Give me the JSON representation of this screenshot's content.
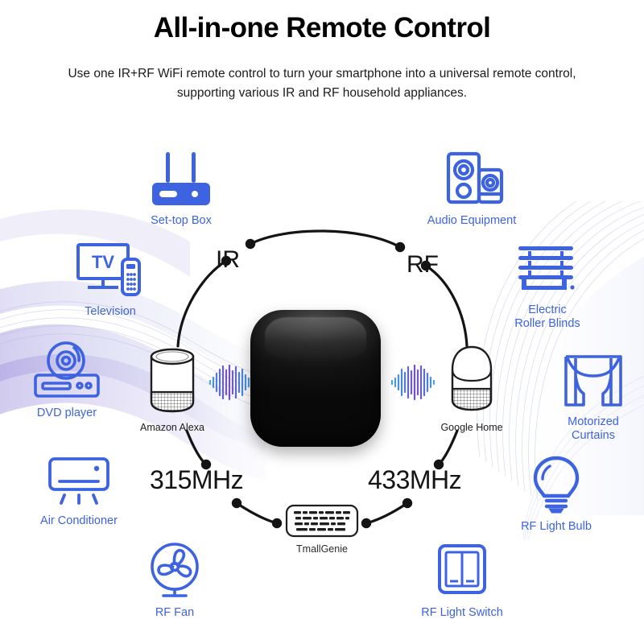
{
  "header": {
    "title": "All-in-one Remote Control",
    "subtitle": "Use one IR+RF WiFi remote control to turn your smartphone into a universal remote control, supporting various IR and RF household appliances."
  },
  "colors": {
    "icon_blue": "#3d63e0",
    "icon_blue_deep": "#2f54d4",
    "label_blue": "#3d63e0",
    "ring_black": "#141414",
    "hub_black": "#111111",
    "wave_purple": "#6b55c8",
    "wave_blue": "#3d8fe0",
    "background": "#ffffff"
  },
  "hub": {
    "name": "central-ir-rf-hub",
    "shape": "rounded-square",
    "color": "#111111"
  },
  "ring": {
    "nodes": [
      {
        "id": "ir",
        "label": "IR",
        "position": "top-left"
      },
      {
        "id": "rf",
        "label": "RF",
        "position": "top-right"
      },
      {
        "id": "f315",
        "label": "315MHz",
        "position": "bottom-left"
      },
      {
        "id": "f433",
        "label": "433MHz",
        "position": "bottom-right"
      }
    ]
  },
  "assistants": [
    {
      "id": "amazon-alexa",
      "label": "Amazon Alexa",
      "icon": "smart-speaker-cylinder-icon",
      "side": "left"
    },
    {
      "id": "google-home",
      "label": "Google Home",
      "icon": "smart-speaker-dome-icon",
      "side": "right"
    },
    {
      "id": "tmall-genie",
      "label": "TmallGenie",
      "icon": "tmall-genie-speaker-icon",
      "side": "bottom"
    }
  ],
  "appliances": [
    {
      "id": "set-top-box",
      "label": "Set-top Box",
      "icon": "set-top-box-icon"
    },
    {
      "id": "audio-equipment",
      "label": "Audio Equipment",
      "icon": "audio-speakers-icon"
    },
    {
      "id": "television",
      "label": "Television",
      "icon": "television-icon",
      "screen_text": "TV"
    },
    {
      "id": "electric-roller-blinds",
      "label": "Electric\nRoller Blinds",
      "icon": "roller-blinds-icon"
    },
    {
      "id": "dvd-player",
      "label": "DVD player",
      "icon": "dvd-player-icon"
    },
    {
      "id": "motorized-curtains",
      "label": "Motorized\nCurtains",
      "icon": "curtains-icon"
    },
    {
      "id": "air-conditioner",
      "label": "Air Conditioner",
      "icon": "air-conditioner-icon"
    },
    {
      "id": "rf-light-bulb",
      "label": "RF Light Bulb",
      "icon": "light-bulb-icon"
    },
    {
      "id": "rf-fan",
      "label": "RF Fan",
      "icon": "fan-icon"
    },
    {
      "id": "rf-light-switch",
      "label": "RF Light Switch",
      "icon": "light-switch-icon"
    }
  ]
}
